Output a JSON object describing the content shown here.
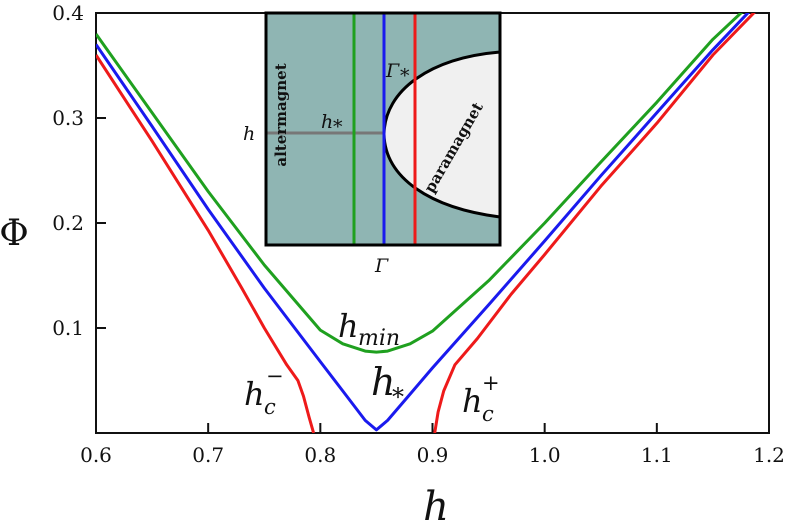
{
  "chart_data": {
    "type": "line",
    "xlabel": "h",
    "ylabel": "Φ",
    "xlim": [
      0.6,
      1.2
    ],
    "ylim": [
      0.0,
      0.4
    ],
    "xticks": [
      "0.6",
      "0.7",
      "0.8",
      "0.9",
      "1.0",
      "1.1",
      "1.2"
    ],
    "yticks": [
      "0.1",
      "0.2",
      "0.3",
      "0.4"
    ],
    "colors": {
      "green": "#1fa01f",
      "blue": "#1a1aee",
      "red": "#ee1a1a",
      "inset_bg": "#8fb5b3",
      "inset_para": "#f0f0f0",
      "grey": "#777777"
    },
    "series": [
      {
        "key": "green",
        "label_main": "h",
        "label_sub": "min",
        "x": [
          0.6,
          0.65,
          0.7,
          0.75,
          0.8,
          0.82,
          0.84,
          0.85,
          0.86,
          0.88,
          0.9,
          0.95,
          1.0,
          1.05,
          1.1,
          1.15,
          1.2
        ],
        "y": [
          0.38,
          0.305,
          0.23,
          0.16,
          0.098,
          0.085,
          0.078,
          0.077,
          0.078,
          0.085,
          0.097,
          0.145,
          0.2,
          0.258,
          0.315,
          0.375,
          0.425
        ]
      },
      {
        "key": "blue",
        "label_main": "h",
        "label_sub": "*",
        "x": [
          0.6,
          0.65,
          0.7,
          0.75,
          0.8,
          0.82,
          0.84,
          0.85,
          0.86,
          0.88,
          0.9,
          0.95,
          1.0,
          1.05,
          1.1,
          1.15,
          1.19
        ],
        "y": [
          0.37,
          0.292,
          0.213,
          0.138,
          0.068,
          0.04,
          0.012,
          0.003,
          0.012,
          0.037,
          0.062,
          0.122,
          0.183,
          0.245,
          0.305,
          0.365,
          0.41
        ]
      },
      {
        "key": "red",
        "label_main": "h",
        "label_sub": "c",
        "label_sup": "−",
        "x": [
          0.6,
          0.65,
          0.7,
          0.73,
          0.75,
          0.77,
          0.78,
          0.785,
          0.79,
          0.794
        ],
        "y": [
          0.36,
          0.278,
          0.193,
          0.138,
          0.1,
          0.065,
          0.05,
          0.035,
          0.015,
          0.0
        ]
      },
      {
        "key": "red",
        "label_main": "h",
        "label_sub": "c",
        "label_sup": "+",
        "x": [
          0.902,
          0.905,
          0.91,
          0.92,
          0.94,
          0.97,
          1.0,
          1.05,
          1.1,
          1.15,
          1.2
        ],
        "y": [
          0.0,
          0.02,
          0.04,
          0.065,
          0.09,
          0.132,
          0.17,
          0.235,
          0.295,
          0.36,
          0.415
        ]
      }
    ],
    "inset": {
      "bottom_label": "Γ",
      "left_label": "h",
      "gamma_star_label": "Γ",
      "gamma_star_sub": "*",
      "h_star_label": "h",
      "h_star_sub": "*",
      "region_left": "altermagnet",
      "region_right": "paramagnet"
    }
  }
}
